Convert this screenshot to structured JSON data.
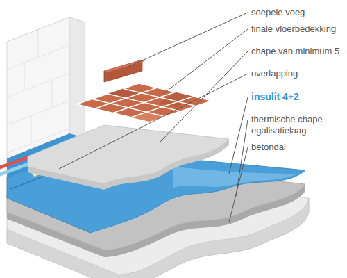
{
  "diagram": {
    "labels": [
      "soepele voeg",
      "finale vloerbedekking",
      "chape van minimum 5",
      "overlapping",
      "insulit 4+2",
      "thermische chape egalisatielaag",
      "betondal"
    ]
  }
}
